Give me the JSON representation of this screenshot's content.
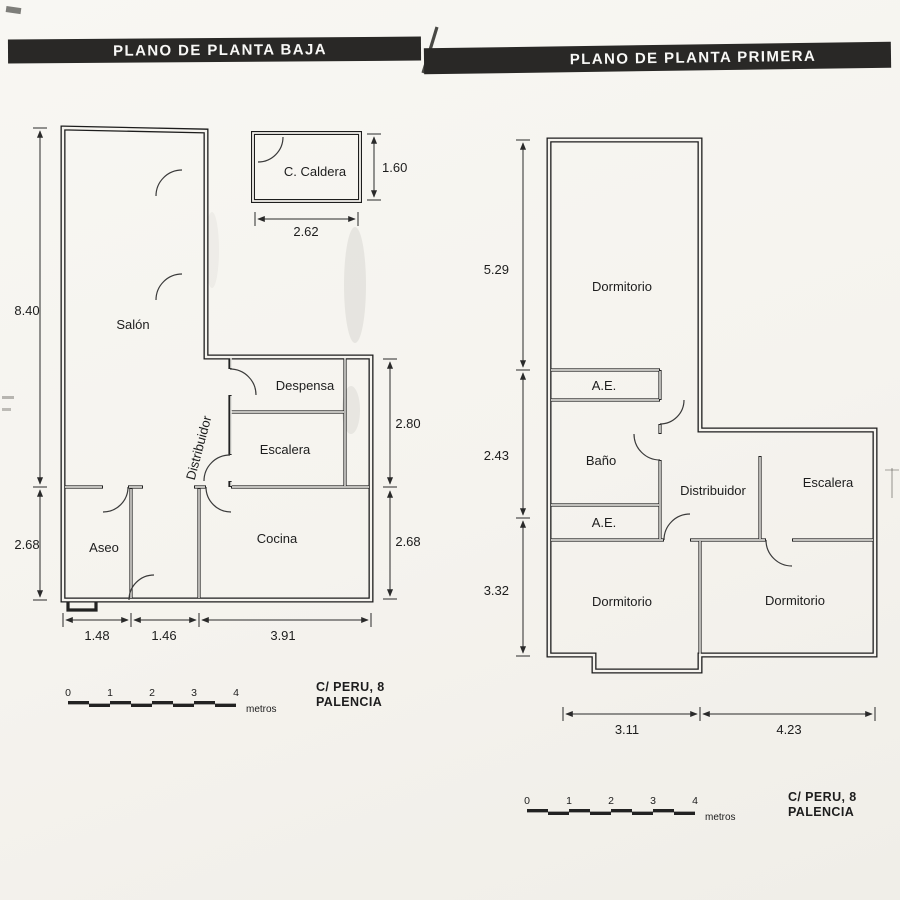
{
  "paper_color": "#f6f4ef",
  "ink_color": "#1d1d1d",
  "left_plan": {
    "title": "PLANO DE PLANTA  BAJA",
    "rooms": {
      "salon": "Salón",
      "caldera": "C.  Caldera",
      "despensa": "Despensa",
      "escalera": "Escalera",
      "distribuidor": "Distribuidor",
      "aseo": "Aseo",
      "cocina": "Cocina"
    },
    "dims": {
      "left_upper": "8.40",
      "left_lower": "2.68",
      "caldera_h": "1.60",
      "caldera_w": "2.62",
      "right_upper": "2.80",
      "right_lower": "2.68",
      "bottom_aseo": "1.48",
      "bottom_hall": "1.46",
      "bottom_cocina": "3.91"
    },
    "scale_bar": {
      "t0": "0",
      "t1": "1",
      "t2": "2",
      "t3": "3",
      "t4": "4",
      "unit": "metros"
    },
    "address": {
      "line1": "C/  PERU, 8",
      "line2": "PALENCIA"
    }
  },
  "right_plan": {
    "title": "PLANO DE PLANTA  PRIMERA",
    "rooms": {
      "dormitorio_top": "Dormitorio",
      "ae_upper": "A.E.",
      "bano": "Baño",
      "distribuidor": "Distribuidor",
      "escalera": "Escalera",
      "ae_lower": "A.E.",
      "dormitorio_left": "Dormitorio",
      "dormitorio_right": "Dormitorio"
    },
    "dims": {
      "left_upper": "5.29",
      "left_middle": "2.43",
      "left_lower": "3.32",
      "bottom_left": "3.11",
      "bottom_right": "4.23"
    },
    "scale_bar": {
      "t0": "0",
      "t1": "1",
      "t2": "2",
      "t3": "3",
      "t4": "4",
      "unit": "metros"
    },
    "address": {
      "line1": "C/  PERU, 8",
      "line2": "PALENCIA"
    }
  }
}
